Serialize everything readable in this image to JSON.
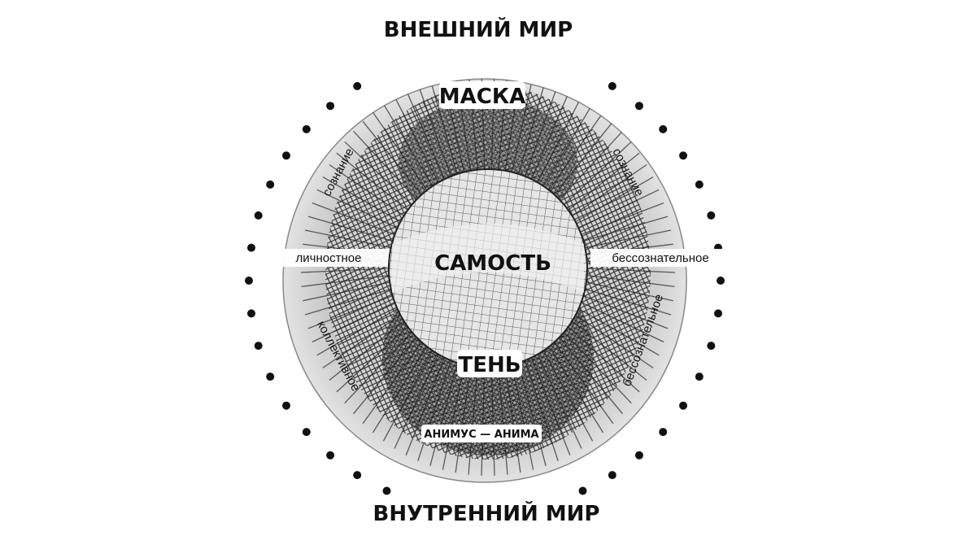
{
  "labels": {
    "outer_top": "ВНЕШНИЙ МИР",
    "outer_bottom": "ВНУТРЕННИЙ МИР",
    "mask": "МАСКА",
    "self": "САМОСТЬ",
    "shadow": "ТЕНЬ",
    "animus_anima": "АНИМУС — АНИМА",
    "consciousness_left": "сознание",
    "consciousness_right": "сознание",
    "personal": "личностное",
    "unconscious_right": "бессознательное",
    "collective": "коллективное",
    "unconscious_lower_right": "бессознательное"
  },
  "colors": {
    "ink": "#111111",
    "outer_gray": "#c9c9c9",
    "hatch_dark": "#2a2a2a",
    "hatch_mid": "#555555",
    "label_bg": "#ffffff"
  }
}
